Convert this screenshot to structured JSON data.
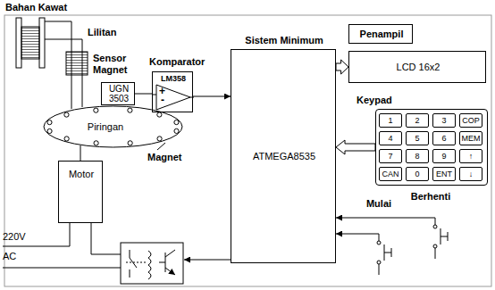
{
  "diagram": {
    "nodes": [
      {
        "text": [
          "Sensor Magnet",
          "UGN 3503"
        ]
      },
      {
        "text": [
          "Komparator",
          "LM358"
        ]
      },
      {
        "text": [
          "Sistem Minimum",
          "ATMEGA8535"
        ]
      },
      {
        "text": [
          "Penampil"
        ]
      },
      {
        "text": [
          "LCD 16x2"
        ]
      },
      {
        "text": [
          "Keypad"
        ]
      },
      {
        "text": [
          "Piringan"
        ]
      },
      {
        "text": [
          "Motor"
        ]
      },
      {
        "text": [
          "Mulai"
        ]
      },
      {
        "text": [
          "Berhenti"
        ]
      }
    ],
    "edges": [
      {
        "from": 0,
        "to": 1,
        "arrow": "none"
      },
      {
        "from": 1,
        "to": 2,
        "arrow": "to"
      },
      {
        "from": 2,
        "to": 4,
        "arrow": "to"
      },
      {
        "from": 5,
        "to": 2,
        "arrow": "to"
      },
      {
        "from": 7,
        "to": 6,
        "arrow": "none"
      },
      {
        "from": 8,
        "to": 2,
        "arrow": "to"
      },
      {
        "from": 9,
        "to": 2,
        "arrow": "to"
      }
    ],
    "labels": [
      "Bahan Kawat",
      "Lilitan",
      "Magnet",
      "220V",
      "AC",
      "+",
      "-",
      "1",
      "2",
      "3",
      "COP",
      "4",
      "5",
      "6",
      "MEM",
      "7",
      "8",
      "9",
      "↑",
      "CAN",
      "0",
      "ENT",
      "↓"
    ]
  }
}
